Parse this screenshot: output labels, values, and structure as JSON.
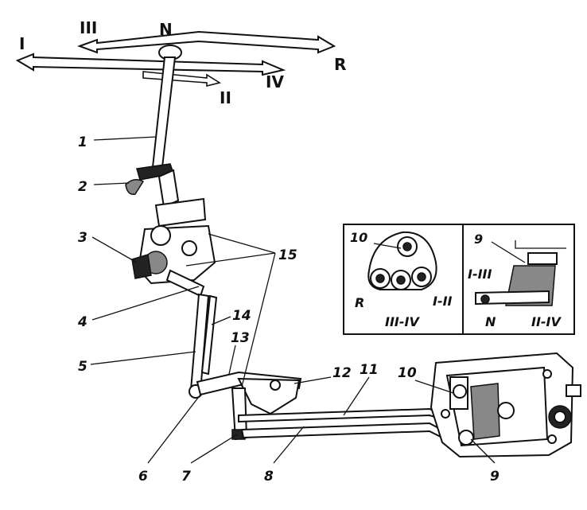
{
  "gear_labels": {
    "first": "I",
    "third": "III",
    "neutral": "N",
    "reverse": "R",
    "fourth": "IV",
    "second": "II"
  },
  "part_labels": [
    "1",
    "2",
    "3",
    "4",
    "5",
    "6",
    "7",
    "8",
    "9",
    "10",
    "11",
    "12",
    "13",
    "14",
    "15"
  ],
  "inset_left": {
    "part": "10",
    "reverse": "R",
    "gate_1_2": "I-II",
    "gate_3_4": "III-IV"
  },
  "inset_right": {
    "part": "9",
    "gate_1_3": "I-III",
    "neutral": "N",
    "gate_2_4": "II-IV"
  }
}
